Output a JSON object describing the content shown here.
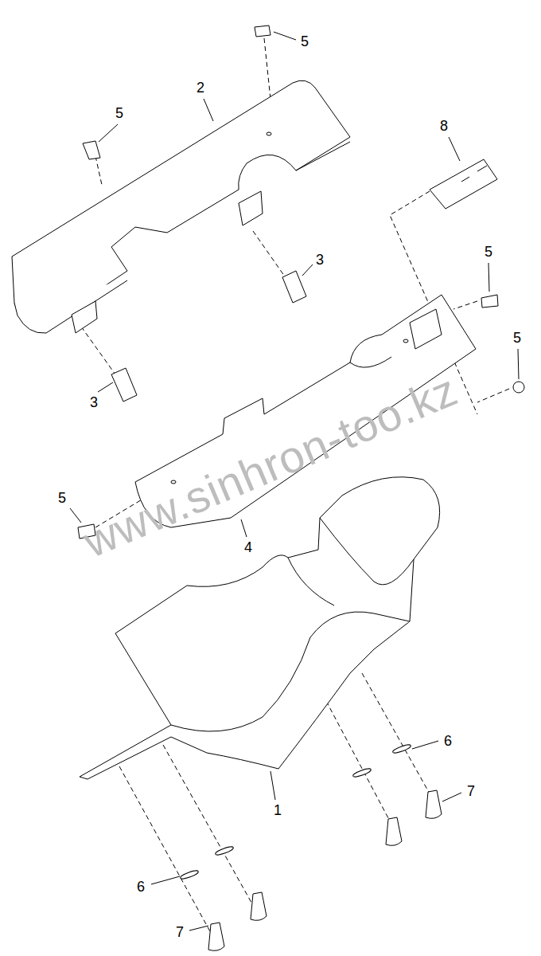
{
  "diagram": {
    "labels": [
      "5",
      "2",
      "5",
      "8",
      "5",
      "3",
      "5",
      "3",
      "www.sinhron-too.kz",
      "5",
      "4",
      "6",
      "7",
      "1",
      "6",
      "7"
    ]
  }
}
